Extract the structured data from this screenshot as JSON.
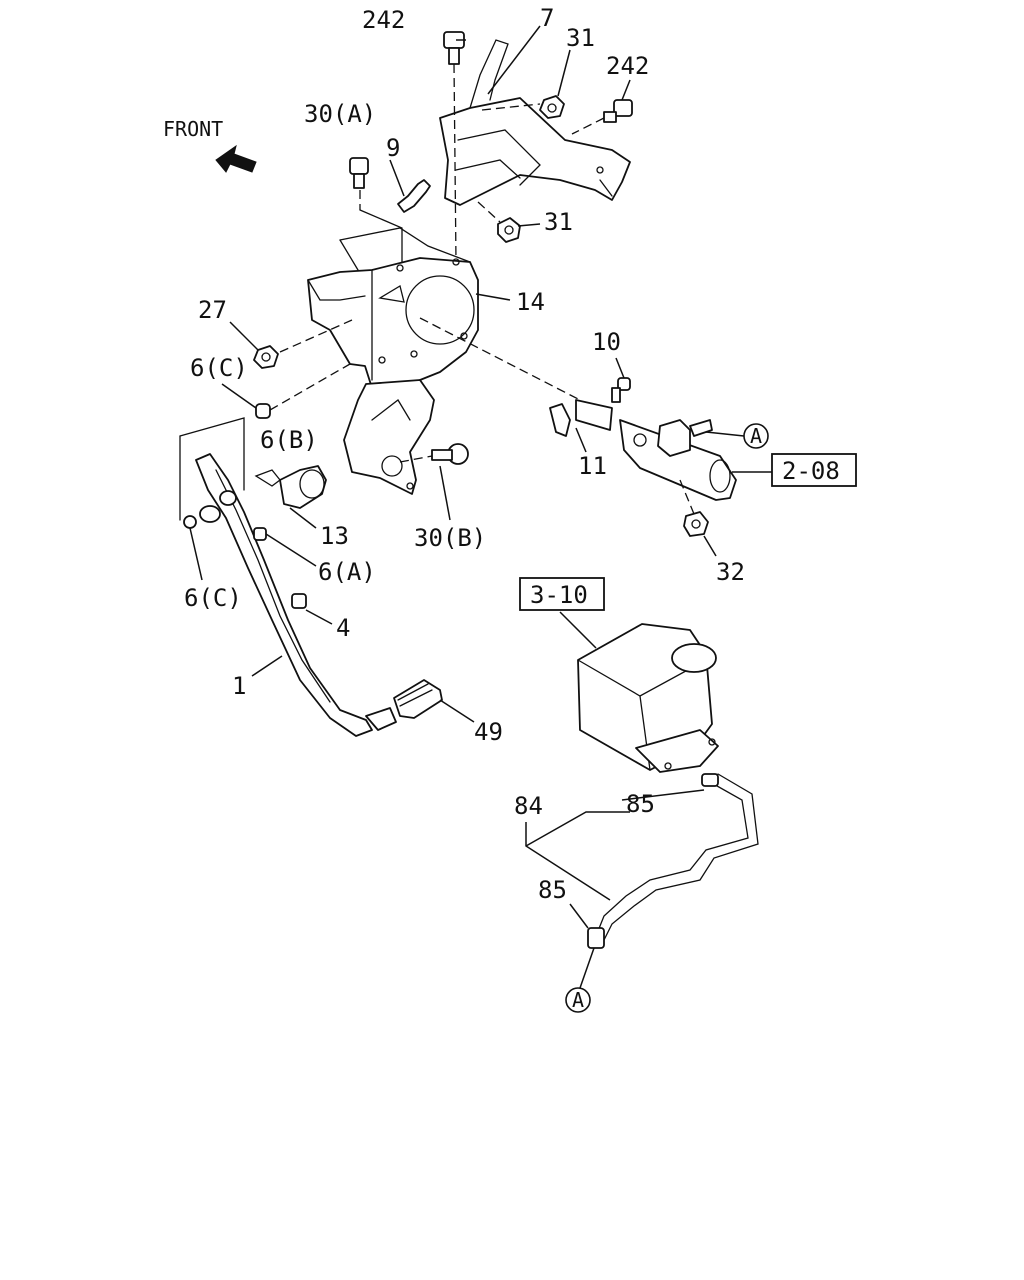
{
  "orientation": {
    "label": "FRONT"
  },
  "callouts": {
    "c242_top": "242",
    "c7": "7",
    "c31_top": "31",
    "c242_right": "242",
    "c30a": "30(A)",
    "c9": "9",
    "c31_mid": "31",
    "c14": "14",
    "c27": "27",
    "c6c_upper": "6(C)",
    "c10": "10",
    "c6b": "6(B)",
    "c11": "11",
    "c13": "13",
    "c30b": "30(B)",
    "c6a": "6(A)",
    "c6c_lower": "6(C)",
    "c4": "4",
    "c32": "32",
    "c1": "1",
    "c49": "49",
    "c84": "84",
    "c85_upper": "85",
    "c85_lower": "85"
  },
  "references": {
    "ref_2_08": "2-08",
    "ref_3_10": "3-10"
  },
  "connectors": {
    "a_master": "A",
    "a_hose": "A"
  }
}
